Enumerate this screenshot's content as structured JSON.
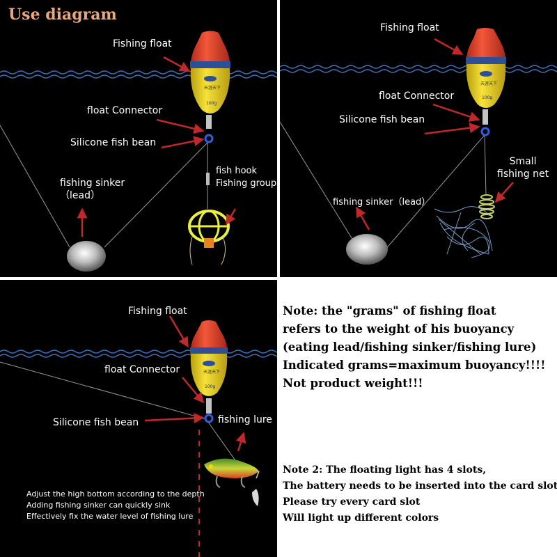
{
  "panel1": {
    "title": "Use diagram",
    "labels": {
      "fishing_float": "Fishing float",
      "float_connector": "float Connector",
      "silicone_bean": "Silicone fish bean",
      "fishing_sinker": "fishing sinker\n（lead）",
      "fish_hook": "fish hook\nFishing group"
    },
    "float_grams": "100g"
  },
  "panel2": {
    "labels": {
      "fishing_float": "Fishing float",
      "float_connector": "float Connector",
      "silicone_bean": "Silicone fish bean",
      "fishing_sinker": "fishing sinker（lead）",
      "small_net": "Small\nfishing net"
    },
    "float_grams": "100g"
  },
  "panel3": {
    "labels": {
      "fishing_float": "Fishing float",
      "float_connector": "float Connector",
      "silicone_bean": "Silicone fish bean",
      "fishing_lure": "fishing lure",
      "adjust_note": "Adjust the high bottom according to the depth\nAdding fishing sinker can quickly sink\nEffectively fix the water level of fishing lure"
    },
    "float_grams": "100g"
  },
  "note1": [
    "Note: the \"grams\" of fishing float",
    " refers to the weight of his buoyancy",
    " (eating lead/fishing sinker/fishing lure)",
    "Indicated grams=maximum buoyancy!!!!",
    "Not product weight!!!"
  ],
  "note2": [
    "Note 2: The floating light has 4 slots,",
    "The battery needs to be inserted into the card slot",
    "Please try every card slot",
    "Will light up different colors"
  ],
  "colors": {
    "arrow": "#c0292b",
    "float_top": "#e8452c",
    "float_bottom": "#f2d21c",
    "water": "#3d6fb8",
    "title": "#e8a87c"
  }
}
